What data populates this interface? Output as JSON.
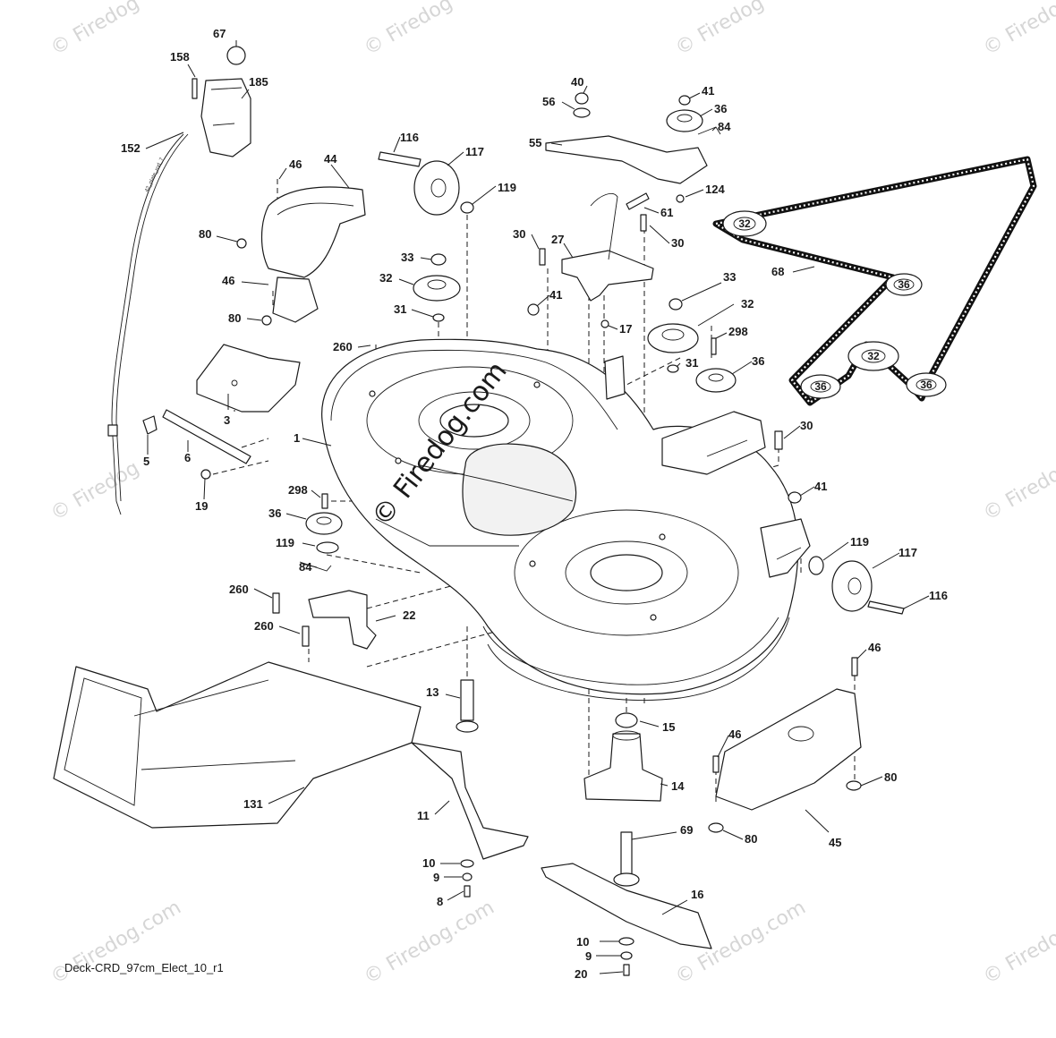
{
  "diagram": {
    "figure_id": "Deck-CRD_97cm_Elect_10_r1",
    "watermark": "© Firedog.com",
    "watermark_short": "© Firedog",
    "center_watermark": "© Firedog.com",
    "cable_tag": "42_plate_rod_7",
    "callouts": [
      {
        "id": "c67",
        "label": "67"
      },
      {
        "id": "c158",
        "label": "158"
      },
      {
        "id": "c185",
        "label": "185"
      },
      {
        "id": "c152",
        "label": "152"
      },
      {
        "id": "c46a",
        "label": "46"
      },
      {
        "id": "c44",
        "label": "44"
      },
      {
        "id": "c80a",
        "label": "80"
      },
      {
        "id": "c46b",
        "label": "46"
      },
      {
        "id": "c80b",
        "label": "80"
      },
      {
        "id": "c3",
        "label": "3"
      },
      {
        "id": "c5",
        "label": "5"
      },
      {
        "id": "c6",
        "label": "6"
      },
      {
        "id": "c19",
        "label": "19"
      },
      {
        "id": "c1",
        "label": "1"
      },
      {
        "id": "c116a",
        "label": "116"
      },
      {
        "id": "c117a",
        "label": "117"
      },
      {
        "id": "c119a",
        "label": "119"
      },
      {
        "id": "c33a",
        "label": "33"
      },
      {
        "id": "c32a",
        "label": "32"
      },
      {
        "id": "c31a",
        "label": "31"
      },
      {
        "id": "c260a",
        "label": "260"
      },
      {
        "id": "c30a",
        "label": "30"
      },
      {
        "id": "c27",
        "label": "27"
      },
      {
        "id": "c41a",
        "label": "41"
      },
      {
        "id": "c17",
        "label": "17"
      },
      {
        "id": "c30b",
        "label": "30"
      },
      {
        "id": "c40",
        "label": "40"
      },
      {
        "id": "c56",
        "label": "56"
      },
      {
        "id": "c55",
        "label": "55"
      },
      {
        "id": "c41b",
        "label": "41"
      },
      {
        "id": "c36a",
        "label": "36"
      },
      {
        "id": "c84a",
        "label": "84"
      },
      {
        "id": "c124",
        "label": "124"
      },
      {
        "id": "c61",
        "label": "61"
      },
      {
        "id": "c33b",
        "label": "33"
      },
      {
        "id": "c32b",
        "label": "32"
      },
      {
        "id": "c298a",
        "label": "298"
      },
      {
        "id": "c31b",
        "label": "31"
      },
      {
        "id": "c36b",
        "label": "36"
      },
      {
        "id": "c68",
        "label": "68"
      },
      {
        "id": "c30c",
        "label": "30"
      },
      {
        "id": "c41c",
        "label": "41"
      },
      {
        "id": "c119b",
        "label": "119"
      },
      {
        "id": "c117b",
        "label": "117"
      },
      {
        "id": "c116b",
        "label": "116"
      },
      {
        "id": "c298b",
        "label": "298"
      },
      {
        "id": "c36c",
        "label": "36"
      },
      {
        "id": "c119c",
        "label": "119"
      },
      {
        "id": "c84b",
        "label": "84"
      },
      {
        "id": "c260b",
        "label": "260"
      },
      {
        "id": "c22",
        "label": "22"
      },
      {
        "id": "c260c",
        "label": "260"
      },
      {
        "id": "c13",
        "label": "13"
      },
      {
        "id": "c15",
        "label": "15"
      },
      {
        "id": "c14",
        "label": "14"
      },
      {
        "id": "c131",
        "label": "131"
      },
      {
        "id": "c11",
        "label": "11"
      },
      {
        "id": "c10a",
        "label": "10"
      },
      {
        "id": "c9a",
        "label": "9"
      },
      {
        "id": "c8",
        "label": "8"
      },
      {
        "id": "c69",
        "label": "69"
      },
      {
        "id": "c16",
        "label": "16"
      },
      {
        "id": "c10b",
        "label": "10"
      },
      {
        "id": "c9b",
        "label": "9"
      },
      {
        "id": "c20",
        "label": "20"
      },
      {
        "id": "c46c",
        "label": "46"
      },
      {
        "id": "c46d",
        "label": "46"
      },
      {
        "id": "c80c",
        "label": "80"
      },
      {
        "id": "c80d",
        "label": "80"
      },
      {
        "id": "c45",
        "label": "45"
      }
    ],
    "belt_pulleys": [
      {
        "id": "p1",
        "label": "32"
      },
      {
        "id": "p2",
        "label": "36"
      },
      {
        "id": "p3",
        "label": "32"
      },
      {
        "id": "p4",
        "label": "36"
      },
      {
        "id": "p5",
        "label": "36"
      }
    ]
  }
}
